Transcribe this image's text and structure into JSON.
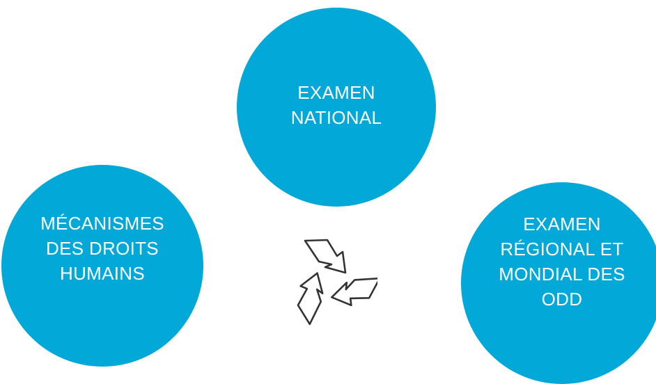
{
  "colors": {
    "circle_fill": "#01a8d8",
    "text": "#ffffff",
    "icon_stroke": "#333333"
  },
  "nodes": {
    "national": {
      "lines": [
        "EXAMEN",
        "NATIONAL"
      ]
    },
    "human_rights": {
      "lines": [
        "MÉCANISMES",
        "DES DROITS",
        "HUMAINS"
      ]
    },
    "sdg_review": {
      "lines": [
        "EXAMEN",
        "RÉGIONAL ET",
        "MONDIAL DES",
        "ODD"
      ]
    }
  },
  "center_icon": "recycle-icon"
}
